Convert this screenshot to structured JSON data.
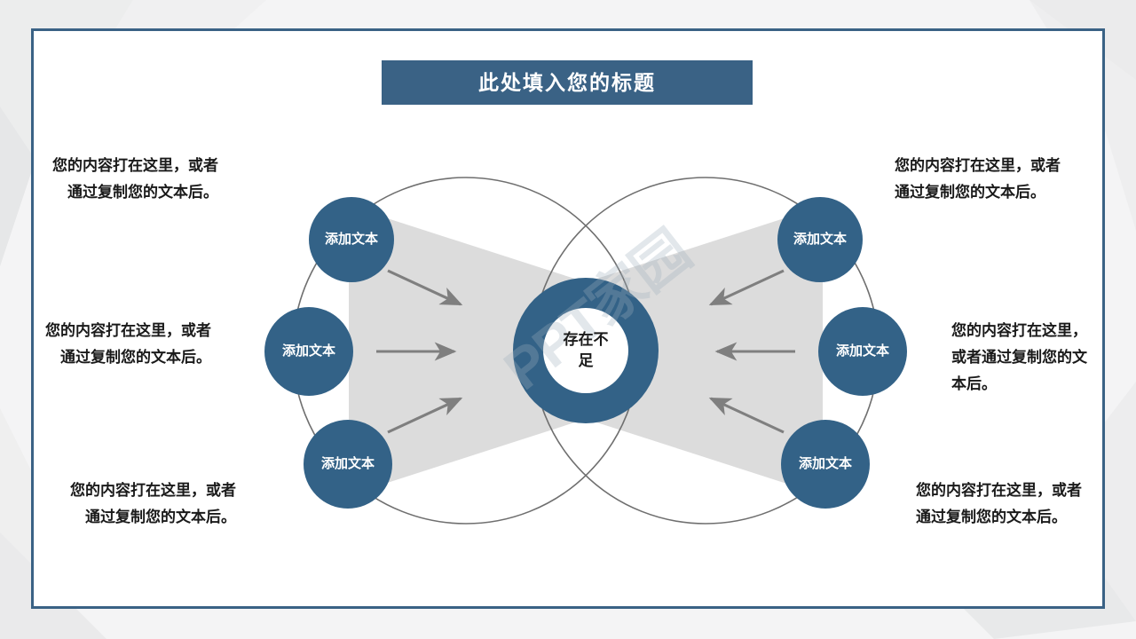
{
  "slide": {
    "title": "此处填入您的标题",
    "accent_color": "#3a6285",
    "frame_color": "#3a6285",
    "background_color": "#f4f4f5",
    "funnel_color": "#dcdcdc",
    "outline_color": "#6f6f6f",
    "arrow_color": "#7a7a7a"
  },
  "center": {
    "label": "存在不足"
  },
  "watermark": {
    "text": "PPT家园"
  },
  "nodes": {
    "left": [
      {
        "label": "添加文本"
      },
      {
        "label": "添加文本"
      },
      {
        "label": "添加文本"
      }
    ],
    "right": [
      {
        "label": "添加文本"
      },
      {
        "label": "添加文本"
      },
      {
        "label": "添加文本"
      }
    ]
  },
  "captions": {
    "left": [
      "您的内容打在这里，或者通过复制您的文本后。",
      "您的内容打在这里，或者通过复制您的文本后。",
      "您的内容打在这里，或者通过复制您的文本后。"
    ],
    "right": [
      "您的内容打在这里，或者通过复制您的文本后。",
      "您的内容打在这里，或者通过复制您的文本后。",
      "您的内容打在这里，或者通过复制您的文本后。"
    ]
  }
}
